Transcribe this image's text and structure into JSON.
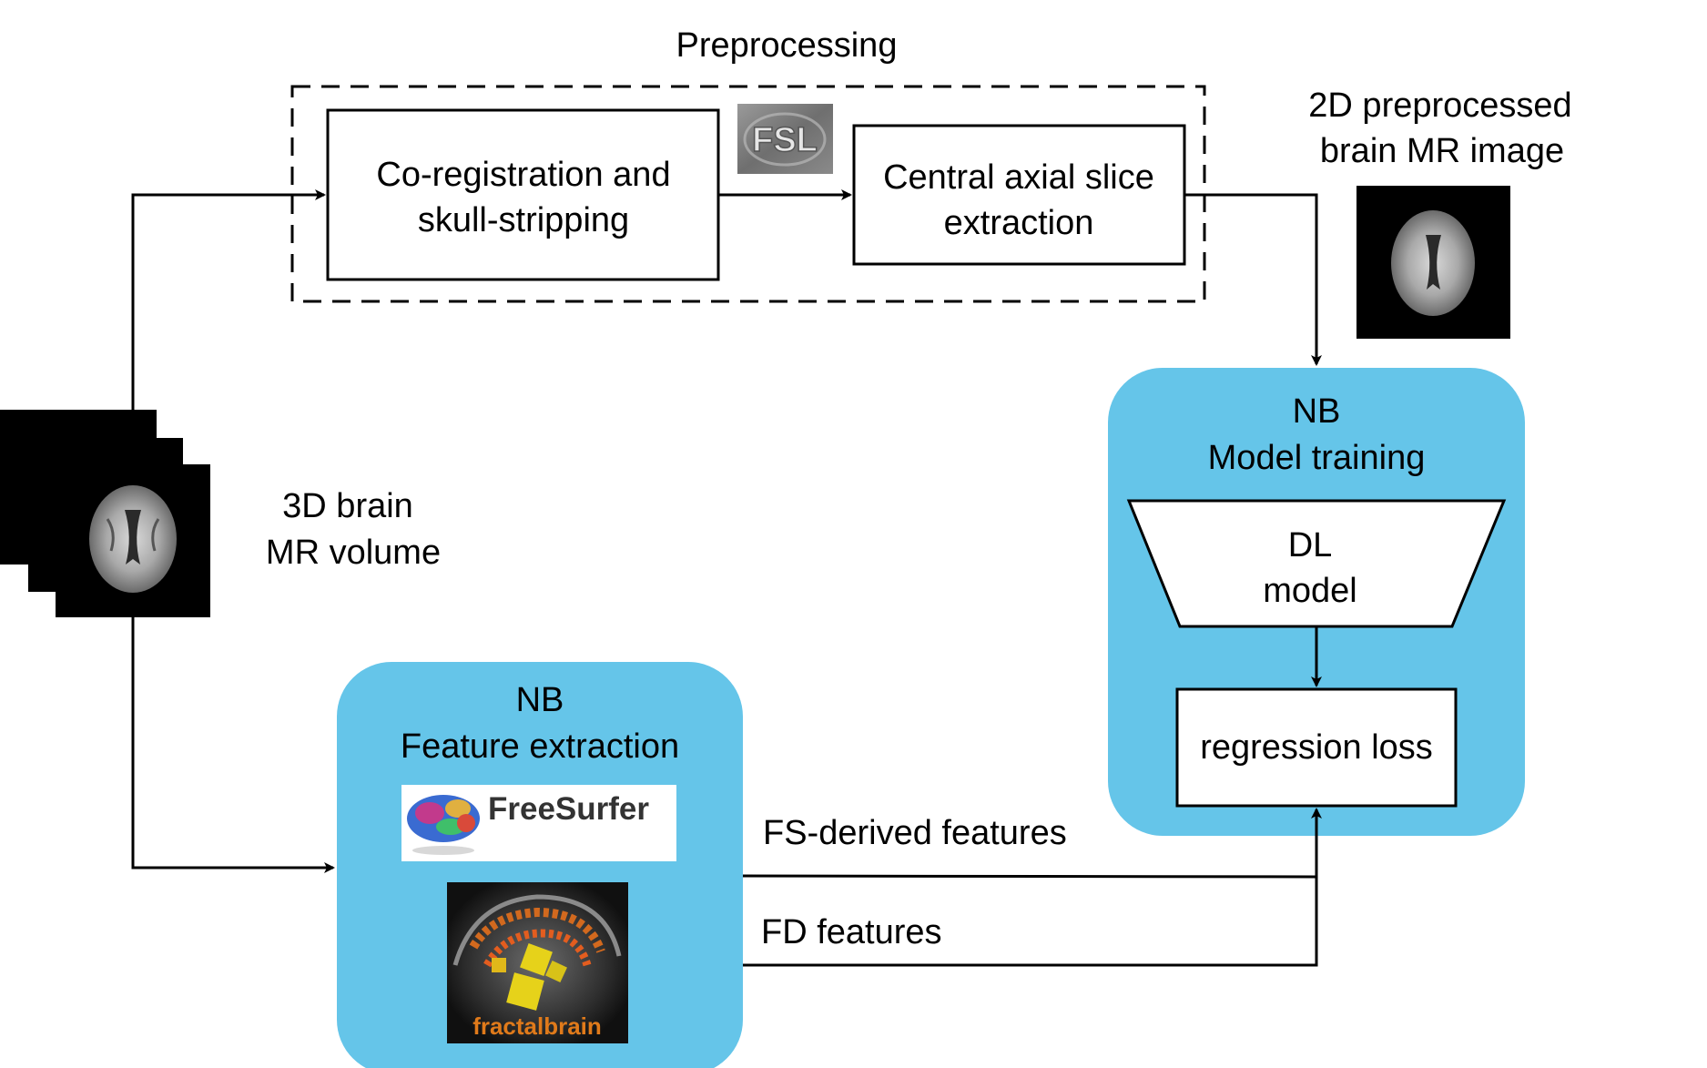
{
  "preprocessing": {
    "title": "Preprocessing",
    "step1_line1": "Co-registration and",
    "step1_line2": "skull-stripping",
    "step2_line1": "Central axial slice",
    "step2_line2": "extraction",
    "tool_logo": "FSL"
  },
  "input_volume": {
    "label_line1": "3D brain",
    "label_line2": "MR volume"
  },
  "output_image": {
    "label_line1": "2D preprocessed",
    "label_line2": "brain MR image"
  },
  "training_block": {
    "line1": "NB",
    "line2": "Model training",
    "model_line1": "DL",
    "model_line2": "model",
    "loss_label": "regression loss"
  },
  "feature_block": {
    "line1": "NB",
    "line2": "Feature extraction",
    "freesurfer_logo": "FreeSurfer",
    "fractal_logo": "fractalbrain"
  },
  "edges": {
    "fs_features": "FS-derived features",
    "fd_features": "FD features"
  },
  "colors": {
    "block_fill": "#65c5e9",
    "line": "#000000"
  }
}
